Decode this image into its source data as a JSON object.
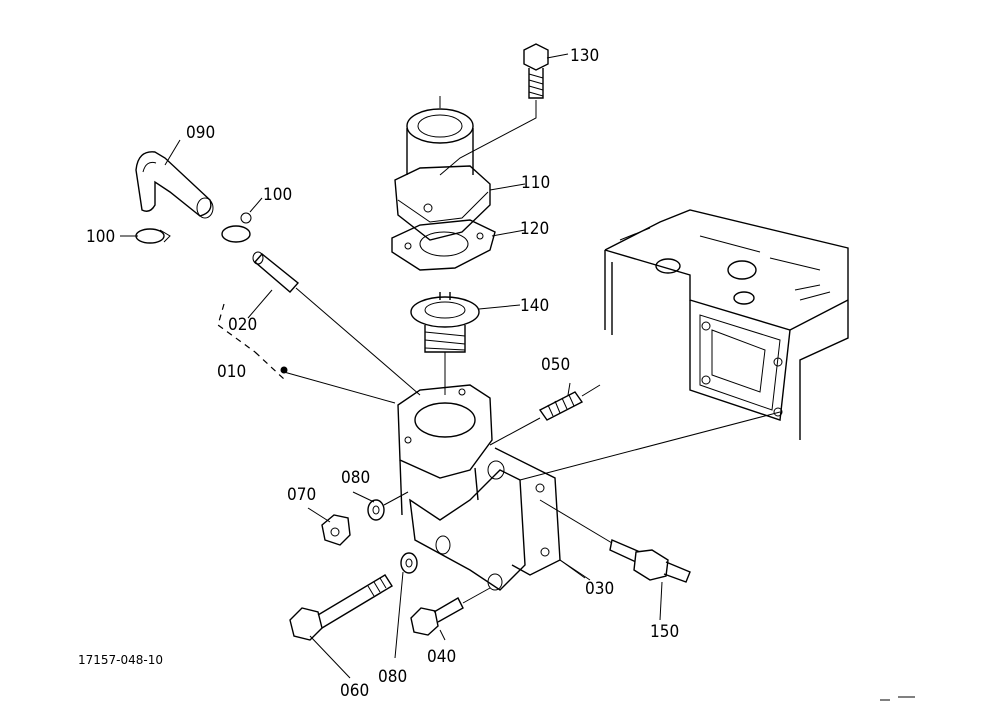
{
  "diagram": {
    "reference_code": "17157-048-10",
    "part_labels": [
      {
        "id": "p130",
        "text": "130"
      },
      {
        "id": "p090",
        "text": "090"
      },
      {
        "id": "p100a",
        "text": "100"
      },
      {
        "id": "p100b",
        "text": "100"
      },
      {
        "id": "p110",
        "text": "110"
      },
      {
        "id": "p120",
        "text": "120"
      },
      {
        "id": "p020",
        "text": "020"
      },
      {
        "id": "p140",
        "text": "140"
      },
      {
        "id": "p010",
        "text": "010"
      },
      {
        "id": "p050",
        "text": "050"
      },
      {
        "id": "p080a",
        "text": "080"
      },
      {
        "id": "p070",
        "text": "070"
      },
      {
        "id": "p030",
        "text": "030"
      },
      {
        "id": "p150",
        "text": "150"
      },
      {
        "id": "p040",
        "text": "040"
      },
      {
        "id": "p080b",
        "text": "080"
      },
      {
        "id": "p060",
        "text": "060"
      }
    ]
  }
}
